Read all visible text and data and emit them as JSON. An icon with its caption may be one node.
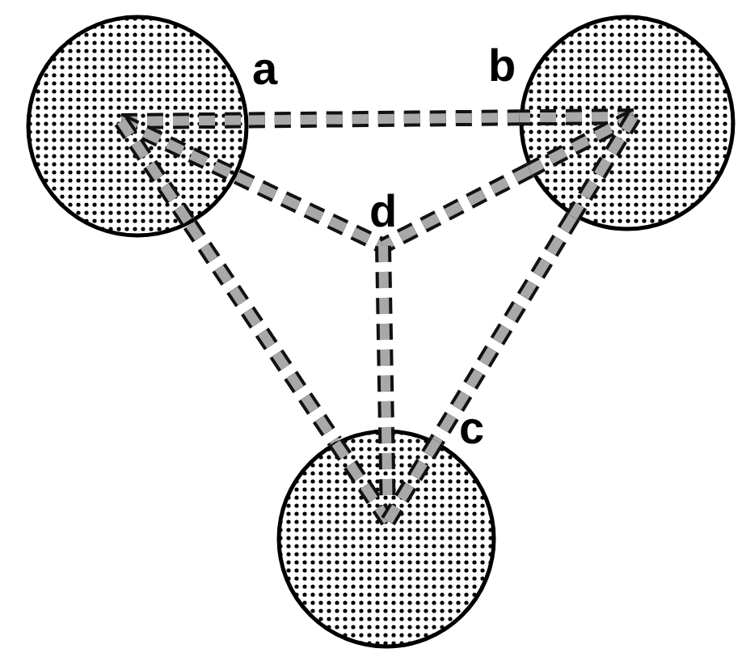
{
  "diagram": {
    "nodes": [
      {
        "text": [],
        "shape": "circle"
      },
      {
        "text": [],
        "shape": "circle"
      },
      {
        "text": [],
        "shape": "circle"
      },
      {
        "text": [
          "d"
        ]
      }
    ],
    "edges": [
      {
        "from": 0,
        "to": 1,
        "arrow": "none"
      },
      {
        "from": 0,
        "to": 3,
        "arrow": "none"
      },
      {
        "from": 1,
        "to": 3,
        "arrow": "none"
      },
      {
        "from": 3,
        "to": 2,
        "arrow": "none"
      },
      {
        "from": 0,
        "to": 2,
        "arrow": "none"
      },
      {
        "from": 1,
        "to": 2,
        "arrow": "none"
      }
    ],
    "labels": [
      "a",
      "b",
      "c"
    ]
  }
}
